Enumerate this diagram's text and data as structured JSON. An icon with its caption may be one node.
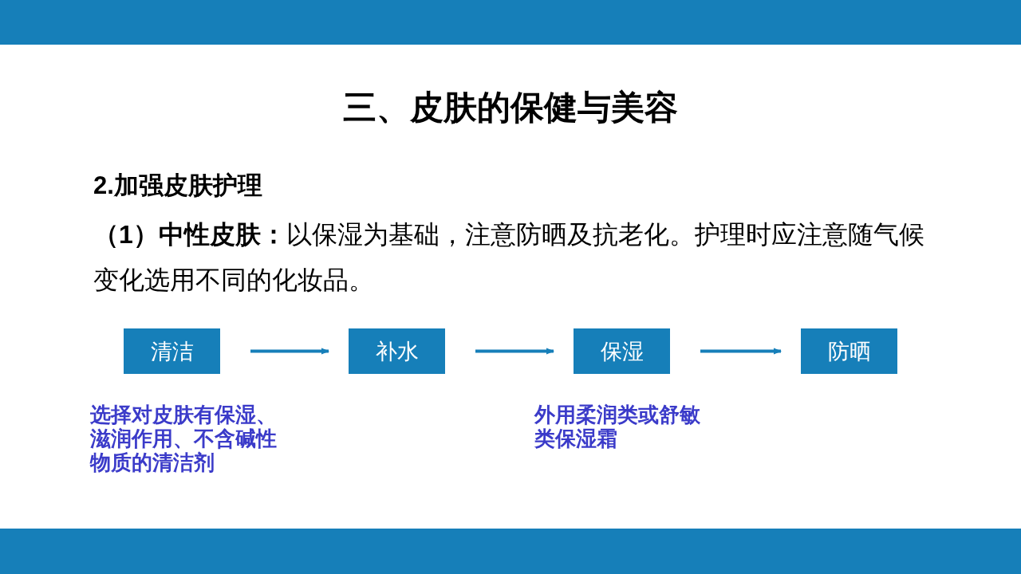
{
  "diagram": {
    "title": "三、皮肤的保健与美容",
    "nodes": [
      {
        "text": [
          "清洁"
        ],
        "beside": [
          "选择对皮肤有保湿、滋润作用、不含碱性物质的清洁剂"
        ]
      },
      {
        "text": [
          "补水"
        ]
      },
      {
        "text": [
          "保湿"
        ],
        "beside": [
          "外用柔润类或舒敏类保湿霜"
        ]
      },
      {
        "text": [
          "防晒"
        ]
      }
    ],
    "edges": [
      {
        "from": 0,
        "to": 1,
        "arrow": "to"
      },
      {
        "from": 1,
        "to": 2,
        "arrow": "to"
      },
      {
        "from": 2,
        "to": 3,
        "arrow": "to"
      }
    ],
    "labels": [
      "2.加强皮肤护理",
      "**（1）中性皮肤：**以保湿为基础，注意防晒及抗老化。护理时应注意随气候变化选用不同的化妆品。"
    ]
  }
}
